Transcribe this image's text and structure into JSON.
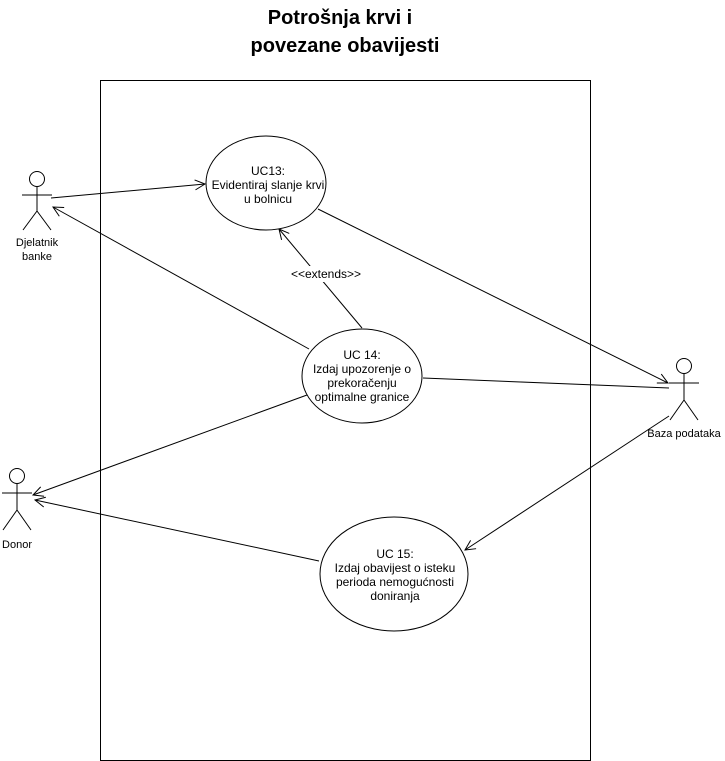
{
  "diagram": {
    "title_line_1": "Potrošnja krvi i",
    "title_line_2": "povezane obavijesti",
    "actors": {
      "djelatnik_line_1": "Djelatnik",
      "djelatnik_line_2": "banke",
      "donor": "Donor",
      "baza": "Baza podataka"
    },
    "use_cases": {
      "uc13": [
        "UC13:",
        "Evidentiraj slanje krvi",
        "u bolnicu"
      ],
      "uc14": [
        "UC 14:",
        "Izdaj upozorenje o",
        "prekoračenju",
        "optimalne granice"
      ],
      "uc15": [
        "UC 15:",
        "Izdaj obavijest o isteku",
        "perioda nemogućnosti",
        "doniranja"
      ]
    },
    "stereotype": "<<extends>>"
  }
}
